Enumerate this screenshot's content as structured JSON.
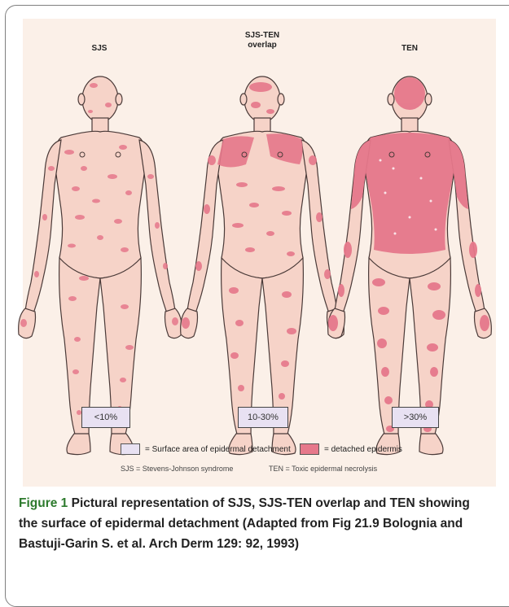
{
  "figure": {
    "columns": [
      {
        "title": "SJS",
        "percent": "<10%"
      },
      {
        "title": "SJS-TEN\noverlap",
        "percent": "10-30%"
      },
      {
        "title": "TEN",
        "percent": ">30%"
      }
    ],
    "legend": {
      "surface_area": "= Surface area of epidermal detachment",
      "detached": "= detached epidermis"
    },
    "footnotes": {
      "sjs": "SJS = Stevens-Johnson syndrome",
      "ten": "TEN = Toxic epidermal necrolysis"
    },
    "colors": {
      "background": "#fbf0e8",
      "skin": "#f6d3c8",
      "lesion": "#e6788b",
      "outline": "#4a3a38",
      "surface_swatch": "#e8e1f2",
      "caption_label": "#2d7a2d"
    }
  },
  "caption": {
    "label": "Figure 1",
    "text": " Pictural representation of SJS, SJS-TEN overlap and TEN showing the surface of epidermal detachment (Adapted from Fig 21.9 Bolognia and Bastuji-Garin S. et al. Arch Derm 129: 92, 1993)"
  }
}
